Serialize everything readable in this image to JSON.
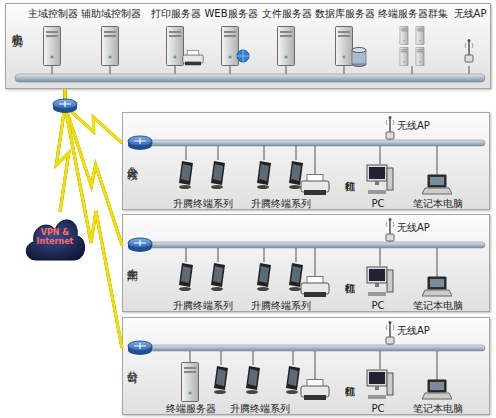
{
  "diagram": {
    "nodes": [
      {
        "text": [
          "中心机房"
        ]
      },
      {
        "text": [
          "主域控制器"
        ],
        "in": 0
      },
      {
        "text": [
          "辅助域控制器"
        ],
        "in": 0
      },
      {
        "text": [
          "打印服务器"
        ],
        "in": 0
      },
      {
        "text": [
          "WEB服务器"
        ],
        "in": 0
      },
      {
        "text": [
          "文件服务器"
        ],
        "in": 0
      },
      {
        "text": [
          "数据库服务器"
        ],
        "in": 0
      },
      {
        "text": [
          "终端服务器群集"
        ],
        "in": 0
      },
      {
        "text": [
          "无线AP"
        ],
        "in": 0
      },
      {
        "text": [
          "办公大楼"
        ]
      },
      {
        "text": [
          "无线AP"
        ],
        "in": 9
      },
      {
        "text": [
          "升腾终端系列"
        ],
        "in": 9
      },
      {
        "text": [
          "升腾终端系列"
        ],
        "in": 9
      },
      {
        "text": [
          "打印机"
        ],
        "in": 9
      },
      {
        "text": [
          "PC"
        ],
        "in": 9
      },
      {
        "text": [
          "笔记本电脑"
        ],
        "in": 9
      },
      {
        "text": [
          "生产车间"
        ]
      },
      {
        "text": [
          "无线AP"
        ],
        "in": 16
      },
      {
        "text": [
          "升腾终端系列"
        ],
        "in": 16
      },
      {
        "text": [
          "升腾终端系列"
        ],
        "in": 16
      },
      {
        "text": [
          "打印机"
        ],
        "in": 16
      },
      {
        "text": [
          "PC"
        ],
        "in": 16
      },
      {
        "text": [
          "笔记本电脑"
        ],
        "in": 16
      },
      {
        "text": [
          "分公司"
        ]
      },
      {
        "text": [
          "无线AP"
        ],
        "in": 23
      },
      {
        "text": [
          "终端服务器"
        ],
        "in": 23
      },
      {
        "text": [
          "升腾终端系列"
        ],
        "in": 23
      },
      {
        "text": [
          "打印机"
        ],
        "in": 23
      },
      {
        "text": [
          "PC"
        ],
        "in": 23
      },
      {
        "text": [
          "笔记本电脑"
        ],
        "in": 23
      },
      {
        "text": [
          "VPN & Internet"
        ]
      }
    ],
    "edges": [
      {
        "from": 0,
        "to": 9,
        "arrow": "none"
      },
      {
        "from": 0,
        "to": 16,
        "arrow": "none"
      },
      {
        "from": 0,
        "to": 23,
        "arrow": "none"
      },
      {
        "from": 0,
        "to": 30,
        "arrow": "none"
      }
    ]
  }
}
